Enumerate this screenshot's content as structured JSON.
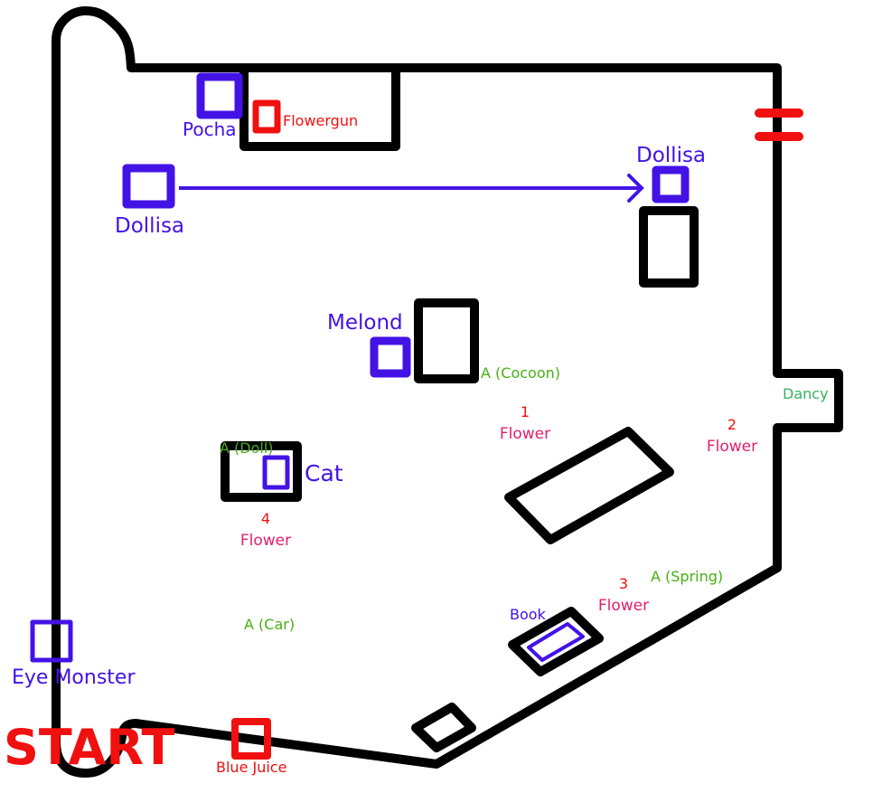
{
  "title": "Map",
  "labels": {
    "pocha": "Pocha",
    "flowergun": "Flowergun",
    "dollisa_start": "Dollisa",
    "dollisa_end": "Dollisa",
    "melond": "Melond",
    "cocoon": "A (Cocoon)",
    "dancy": "Dancy",
    "doll": "A (Doll)",
    "cat": "Cat",
    "flower1_num": "1",
    "flower1": "Flower",
    "flower2_num": "2",
    "flower2": "Flower",
    "flower3_num": "3",
    "flower3": "Flower",
    "flower4_num": "4",
    "flower4": "Flower",
    "spring": "A (Spring)",
    "book": "Book",
    "car": "A (Car)",
    "eye_monster": "Eye Monster",
    "start": "START",
    "blue_juice": "Blue Juice"
  },
  "colors": {
    "character": "#4313e6",
    "item": "#f01010",
    "flower": "#e0206e",
    "achievement": "#46b012",
    "dancy": "#33b35e"
  }
}
